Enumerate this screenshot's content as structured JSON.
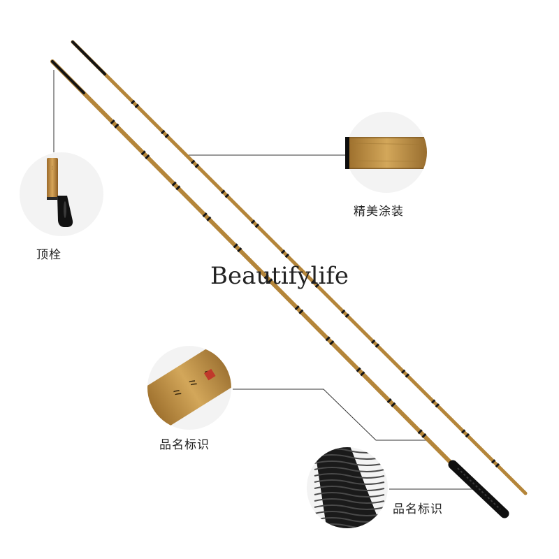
{
  "callouts": {
    "top_plug": "顶栓",
    "coating": "精美涂装",
    "brand_mark": "品名标识",
    "handle_mark": "品名标识"
  },
  "watermark": "Beautifylife",
  "colors": {
    "bamboo": "#b98a3e",
    "bamboo_dark": "#8a6428",
    "ring": "#1a1a1a",
    "grip": "#111111",
    "circle_bg": "#f2f2f2",
    "leader_line": "#333333"
  }
}
